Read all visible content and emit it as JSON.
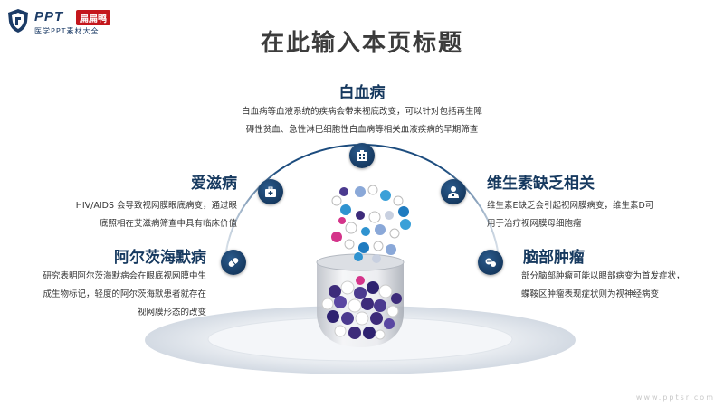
{
  "logo": {
    "brand": "PPT",
    "badge": "扁扁鸭",
    "subtitle": "医学PPT素材大全"
  },
  "title": "在此输入本页标题",
  "items": [
    {
      "heading": "白血病",
      "lines": [
        "白血病等血液系统的疾病会带来视底改变，可以针对包括再生障",
        "碍性贫血、急性淋巴细胞性白血病等相关血液疾病的早期筛查"
      ],
      "icon": "hospital-building-icon"
    },
    {
      "heading": "爱滋病",
      "lines": [
        "HIV/AIDS 会导致视网膜眼底病变，通过眼",
        "底照相在艾滋病筛查中具有临床价值"
      ],
      "icon": "medical-kit-icon"
    },
    {
      "heading": "阿尔茨海默病",
      "lines": [
        "研究表明阿尔茨海默病会在眼底视网膜中生",
        "成生物标记，轻度的阿尔茨海默患者就存在",
        "视网膜形态的改变"
      ],
      "icon": "capsule-icon"
    },
    {
      "heading": "维生素缺乏相关",
      "lines": [
        "维生素E缺乏会引起视网膜病变，维生素D可",
        "用于治疗视网膜母细胞瘤"
      ],
      "icon": "doctor-icon"
    },
    {
      "heading": "脑部肿瘤",
      "lines": [
        "部分脑部肿瘤可能以眼部病变为首发症状，",
        "蝶鞍区肿瘤表现症状则为视神经病变"
      ],
      "icon": "pills-icon"
    }
  ],
  "watermark": "www.pptsr.com",
  "colors": {
    "navy": "#16395f",
    "brand_red": "#c4161c"
  }
}
